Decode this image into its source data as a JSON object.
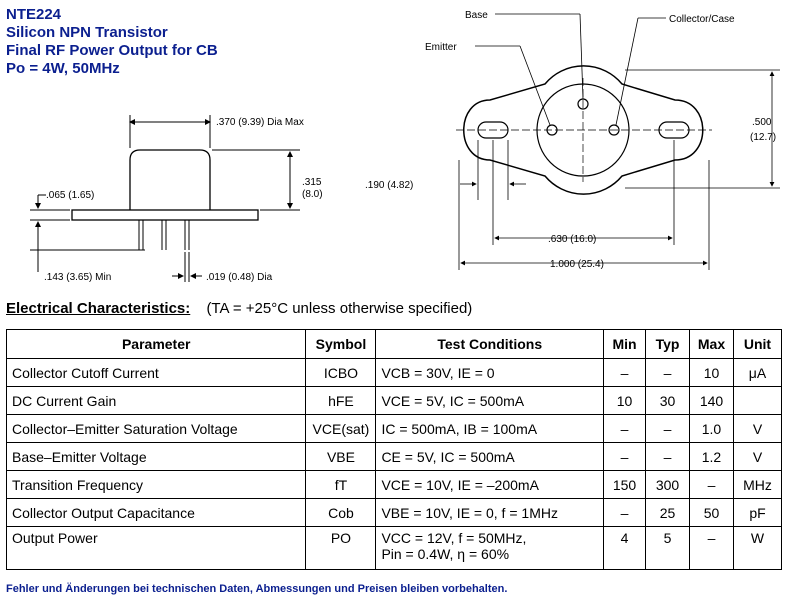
{
  "header": {
    "part_number": "NTE224",
    "line1": "Silicon NPN Transistor",
    "line2": "Final RF Power Output for CB",
    "line3": "Po = 4W, 50MHz"
  },
  "drawing": {
    "side_view": {
      "dia_max": ".370 (9.39) Dia Max",
      "flange": ".065 (1.65)",
      "height": ".315",
      "height_mm": "(8.0)",
      "lead_len": ".143 (3.65) Min",
      "lead_dia": ".019 (0.48) Dia"
    },
    "top_view": {
      "base": "Base",
      "emitter": "Emitter",
      "collector": "Collector/Case",
      "width_in": ".500",
      "width_mm": "(12.7)",
      "slot": ".190 (4.82)",
      "hole_spacing": ".630 (16.0)",
      "overall": "1.000 (25.4)"
    }
  },
  "electrical": {
    "heading": "Electrical Characteristics:",
    "condition": "(TA = +25°C unless otherwise specified)",
    "columns": [
      "Parameter",
      "Symbol",
      "Test Conditions",
      "Min",
      "Typ",
      "Max",
      "Unit"
    ],
    "rows": [
      {
        "parameter": "Collector Cutoff Current",
        "symbol": "ICBO",
        "conditions": "VCB = 30V, IE = 0",
        "min": "–",
        "typ": "–",
        "max": "10",
        "unit": "μA"
      },
      {
        "parameter": "DC Current Gain",
        "symbol": "hFE",
        "conditions": "VCE = 5V, IC = 500mA",
        "min": "10",
        "typ": "30",
        "max": "140",
        "unit": ""
      },
      {
        "parameter": "Collector–Emitter Saturation Voltage",
        "symbol": "VCE(sat)",
        "conditions": "IC = 500mA,  IB = 100mA",
        "min": "–",
        "typ": "–",
        "max": "1.0",
        "unit": "V"
      },
      {
        "parameter": "Base–Emitter Voltage",
        "symbol": "VBE",
        "conditions": "CE = 5V, IC = 500mA",
        "min": "–",
        "typ": "–",
        "max": "1.2",
        "unit": "V"
      },
      {
        "parameter": "Transition Frequency",
        "symbol": "fT",
        "conditions": "VCE = 10V, IE = –200mA",
        "min": "150",
        "typ": "300",
        "max": "–",
        "unit": "MHz"
      },
      {
        "parameter": "Collector Output Capacitance",
        "symbol": "Cob",
        "conditions": "VBE = 10V, IE = 0, f = 1MHz",
        "min": "–",
        "typ": "25",
        "max": "50",
        "unit": "pF"
      },
      {
        "parameter": "Output Power",
        "symbol": "PO",
        "conditions": "VCC = 12V, f = 50MHz,",
        "conditions2": "Pin = 0.4W, η = 60%",
        "min": "4",
        "typ": "5",
        "max": "–",
        "unit": "W"
      }
    ]
  },
  "footer": "Fehler und Änderungen bei technischen Daten, Abmessungen und Preisen bleiben vorbehalten."
}
